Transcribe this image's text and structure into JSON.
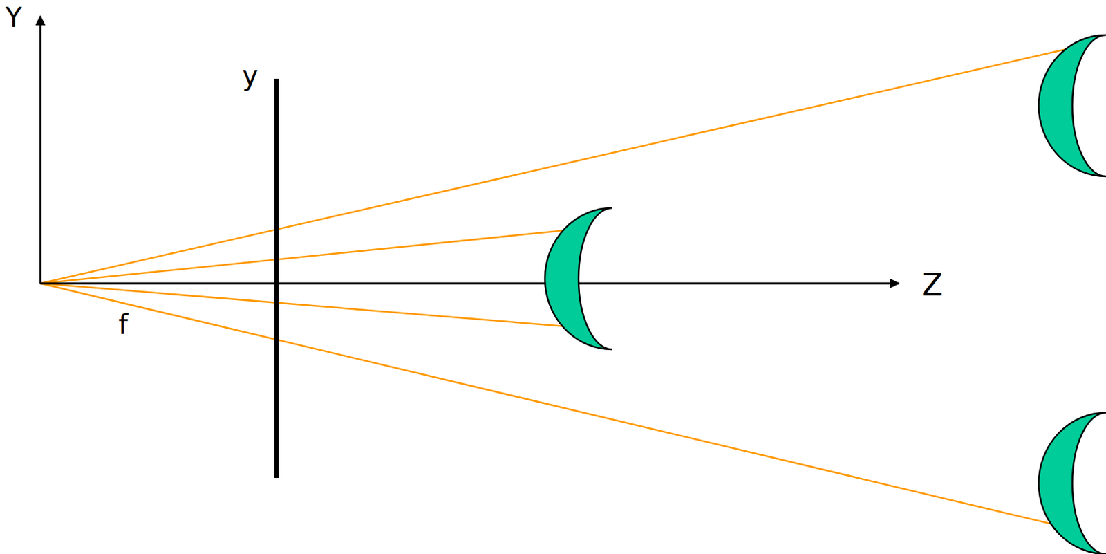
{
  "diagram": {
    "labels": [
      "Y",
      "y",
      "Z",
      "f"
    ]
  }
}
